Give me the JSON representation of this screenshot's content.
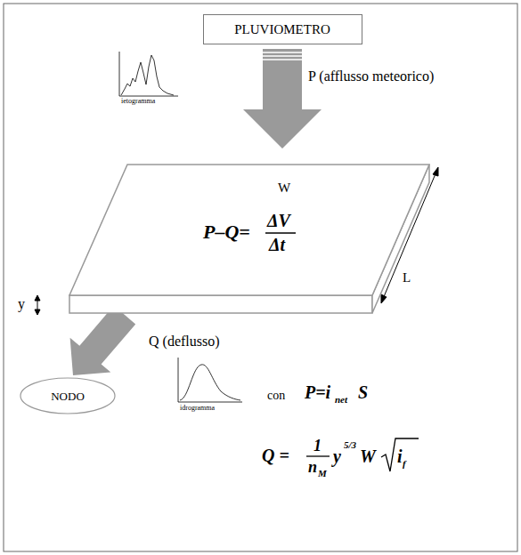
{
  "diagram": {
    "nodes": [
      {
        "text": [
          "PLUVIOMETRO"
        ]
      },
      {
        "text": [
          "P–Q=",
          "ΔV",
          "Δt"
        ]
      },
      {
        "text": [
          "NODO"
        ]
      }
    ],
    "edges": [
      {
        "from": 0,
        "to": 1,
        "arrow": "to",
        "label": "P (afflusso meteorico)"
      },
      {
        "from": 1,
        "to": 2,
        "arrow": "to",
        "label": "Q (deflusso)"
      }
    ],
    "labels": [
      "ietogramma",
      "W",
      "L",
      "y",
      "idrogramma",
      "con",
      "P=i",
      "net",
      "S",
      "Q =",
      "1",
      "n",
      "M",
      "y",
      "5/3",
      "W",
      "i",
      "f"
    ]
  }
}
